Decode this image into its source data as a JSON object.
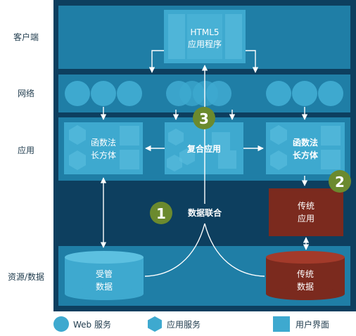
{
  "row_labels": {
    "client": "客户端",
    "network": "网络",
    "application": "应用",
    "resources": "资源/数据"
  },
  "client": {
    "html5_line1": "HTML5",
    "html5_line2": "应用程序"
  },
  "application": {
    "left_cube_line1": "函数法",
    "left_cube_line2": "长方体",
    "composite": "复合应用",
    "right_cube_line1": "函数法",
    "right_cube_line2": "长方体",
    "legacy_app_line1": "传统",
    "legacy_app_line2": "应用"
  },
  "data": {
    "federation": "数据联合",
    "managed_line1": "受管",
    "managed_line2": "数据",
    "legacy_data_line1": "传统",
    "legacy_data_line2": "数据"
  },
  "badges": {
    "b1": "1",
    "b2": "2",
    "b3": "3"
  },
  "legend": {
    "web_service": "Web 服务",
    "app_service": "应用服务",
    "ui": "用户界面"
  },
  "colors": {
    "outer": "#0d3f5f",
    "band": "#1f7ea6",
    "band_light": "#2a8fb8",
    "tile": "#3ea9cf",
    "tile_light": "#5cc0e0",
    "legacy_red": "#7b2a1e",
    "badge_green": "#6b8a2e"
  }
}
